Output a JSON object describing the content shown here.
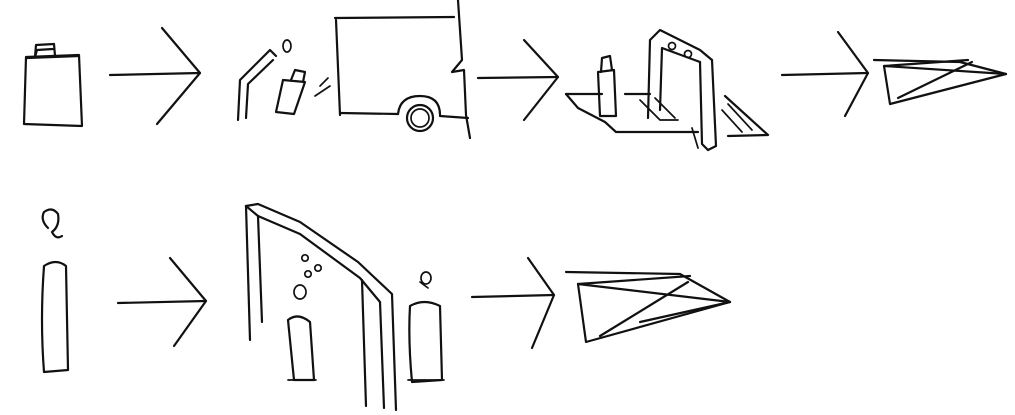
{
  "diagram": {
    "type": "hand-drawn process sketch",
    "ink_color": "#111111",
    "background_color": "#ffffff",
    "rows": [
      {
        "name": "baggage-flow",
        "steps": [
          "shopping-bag",
          "baggage-handler-truck",
          "baggage-scanner",
          "paper-airplane"
        ]
      },
      {
        "name": "passenger-flow",
        "steps": [
          "standing-person",
          "security-gate-with-people",
          "paper-airplane"
        ]
      }
    ]
  }
}
